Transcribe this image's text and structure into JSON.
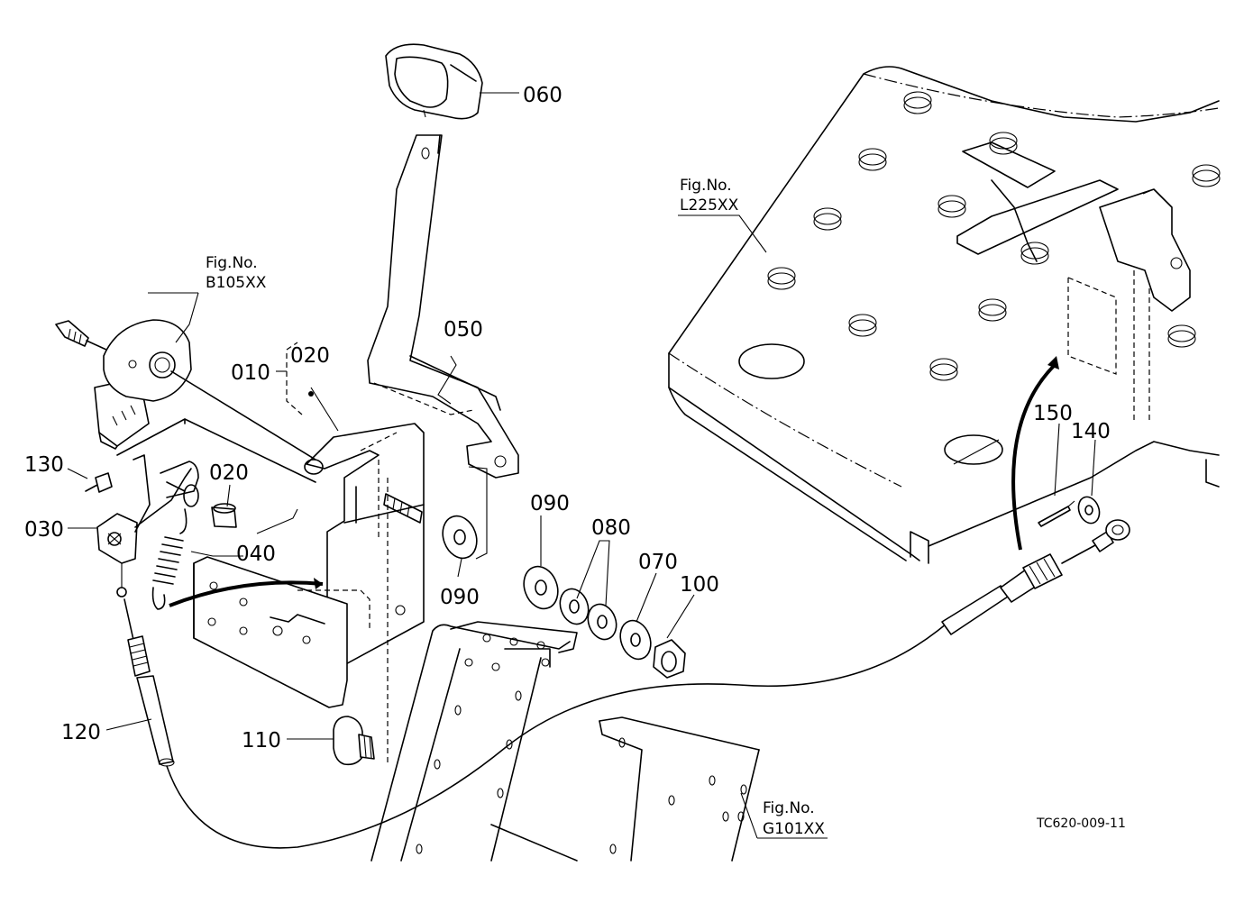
{
  "part_labels": {
    "p010": "010",
    "p020a": "020",
    "p020b": "020",
    "p030": "030",
    "p040": "040",
    "p050": "050",
    "p060": "060",
    "p070": "070",
    "p080": "080",
    "p090a": "090",
    "p090b": "090",
    "p100": "100",
    "p110": "110",
    "p120": "120",
    "p130": "130",
    "p140": "140",
    "p150": "150"
  },
  "figure_refs": {
    "b105": {
      "title": "Fig.No.",
      "code": "B105XX"
    },
    "l225": {
      "title": "Fig.No.",
      "code": "L225XX"
    },
    "g101": {
      "title": "Fig.No.",
      "code": "G101XX"
    }
  },
  "drawing_code": "TC620-009-11"
}
